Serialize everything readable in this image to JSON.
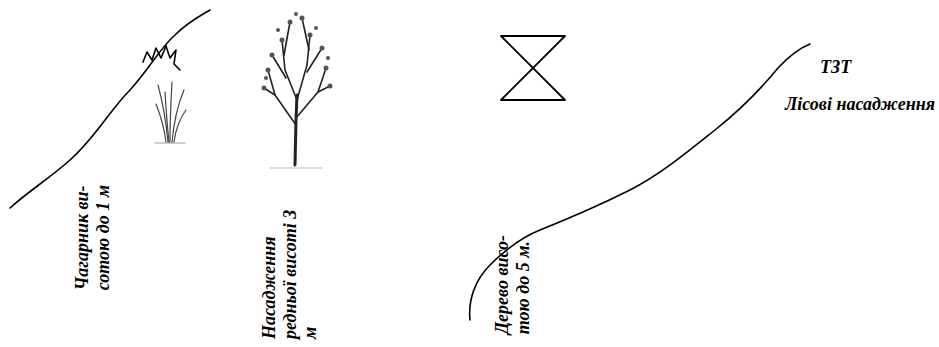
{
  "diagram": {
    "labels": [
      "Чагарник ви- сотою до 1 м",
      "Насадження редньої висоті 3 м",
      "Дерево висо- тою до 5 м.",
      "ТЗТ",
      "Лісові насадження"
    ]
  }
}
